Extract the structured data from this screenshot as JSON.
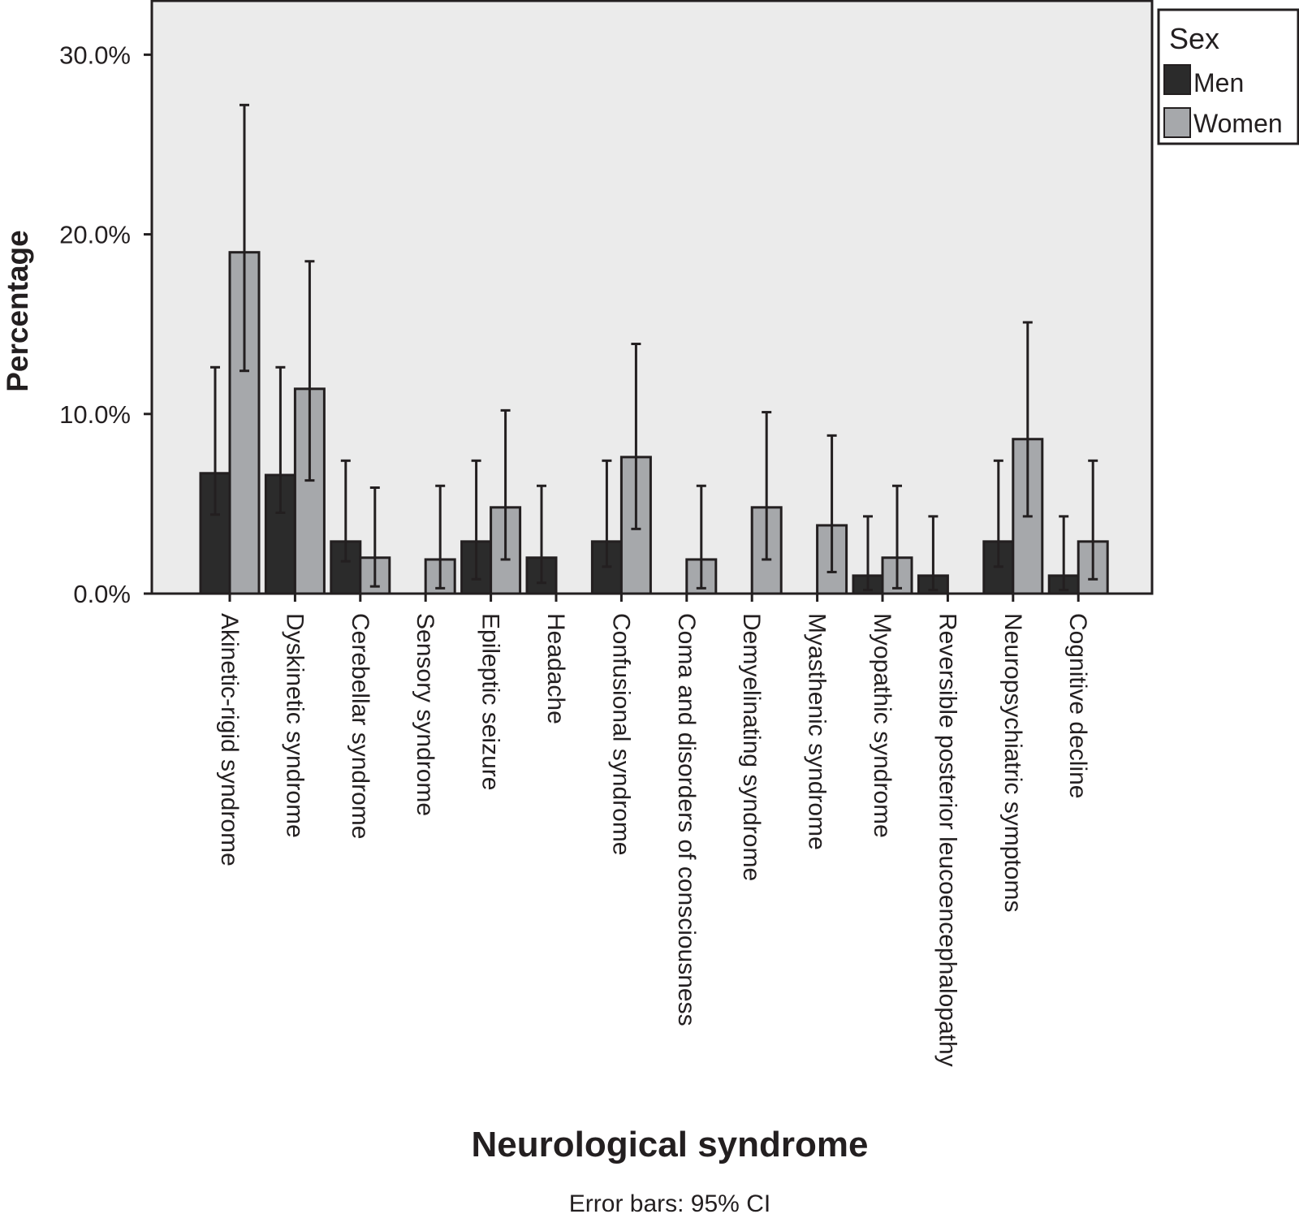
{
  "chart_data": {
    "type": "bar",
    "xlabel": "Neurological syndrome",
    "ylabel": "Percentage",
    "footnote": "Error bars: 95% CI",
    "ylim": [
      0,
      0.33
    ],
    "yticks": [
      0,
      0.1,
      0.2,
      0.3
    ],
    "ytick_labels": [
      "0.0%",
      "10.0%",
      "20.0%",
      "30.0%"
    ],
    "grid": false,
    "legend": {
      "title": "Sex",
      "placement": "top-right"
    },
    "categories": [
      "Akinetic-rigid syndrome",
      "Dyskinetic syndrome",
      "Cerebellar syndrome",
      "Sensory syndrome",
      "Epileptic seizure",
      "Headache",
      "Confusional syndrome",
      "Coma and disorders of consciousness",
      "Demyelinating syndrome",
      "Myasthenic syndrome",
      "Myopathic syndrome",
      "Reversible posterior leucoencephalopathy",
      "Neuropsychiatric symptoms",
      "Cognitive decline"
    ],
    "series": [
      {
        "name": "Men",
        "color": "#2b2b2b",
        "values": [
          0.067,
          0.066,
          0.029,
          0.0,
          0.029,
          0.02,
          0.029,
          0.0,
          0.0,
          0.0,
          0.01,
          0.01,
          0.029,
          0.01
        ],
        "ci_low": [
          0.044,
          0.045,
          0.018,
          null,
          0.008,
          0.006,
          0.015,
          null,
          null,
          null,
          0.002,
          0.002,
          0.015,
          0.002
        ],
        "ci_high": [
          0.126,
          0.126,
          0.074,
          null,
          0.074,
          0.06,
          0.074,
          null,
          null,
          null,
          0.043,
          0.043,
          0.074,
          0.043
        ]
      },
      {
        "name": "Women",
        "color": "#a6a8ab",
        "values": [
          0.19,
          0.114,
          0.02,
          0.019,
          0.048,
          null,
          0.076,
          0.019,
          0.048,
          0.038,
          0.02,
          null,
          0.086,
          0.029
        ],
        "ci_low": [
          0.124,
          0.063,
          0.004,
          0.003,
          0.019,
          null,
          0.036,
          0.003,
          0.019,
          0.012,
          0.003,
          null,
          0.043,
          0.008
        ],
        "ci_high": [
          0.272,
          0.185,
          0.059,
          0.06,
          0.102,
          null,
          0.139,
          0.06,
          0.101,
          0.088,
          0.06,
          null,
          0.151,
          0.074
        ]
      }
    ]
  }
}
